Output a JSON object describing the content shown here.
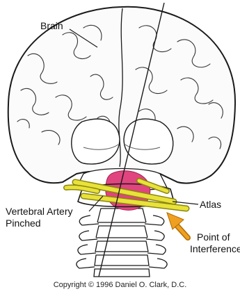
{
  "labels": {
    "brain": "Brain",
    "vertebral_artery_line1": "Vertebral Artery",
    "vertebral_artery_line2": "Pinched",
    "atlas": "Atlas",
    "point_line1": "Point of",
    "point_line2": "Interference"
  },
  "copyright": "Copyright © 1996 Daniel O. Clark, D.C.",
  "colors": {
    "outline": "#1a1a1a",
    "artery": "#e8e23a",
    "artery_edge": "#8a8410",
    "brainstem": "#e0457f",
    "pointer_arrow": "#f0a020",
    "skull_fill": "#fbfbfb"
  }
}
